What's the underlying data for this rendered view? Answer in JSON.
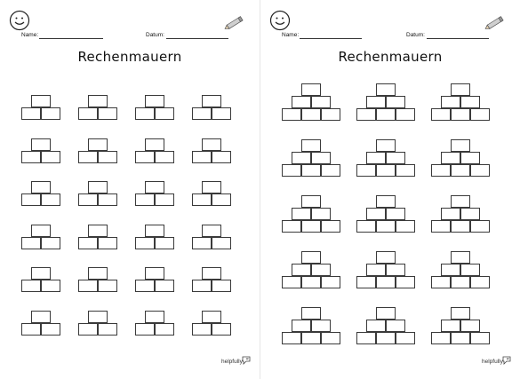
{
  "sheets": [
    {
      "id": "left",
      "name_label": "Name:",
      "date_label": "Datum:",
      "title": "Rechenmauern",
      "logo_text": "helpfully",
      "layout": {
        "columns": 4,
        "rows": 6,
        "levels": 2
      }
    },
    {
      "id": "right",
      "name_label": "Name:",
      "date_label": "Datum:",
      "title": "Rechenmauern",
      "logo_text": "helpfully",
      "layout": {
        "columns": 3,
        "rows": 5,
        "levels": 3
      }
    }
  ],
  "icons": {
    "smiley": "smiley-face-icon",
    "pencil": "pencil-icon",
    "logo": "chat-bubble-flag-icon"
  }
}
